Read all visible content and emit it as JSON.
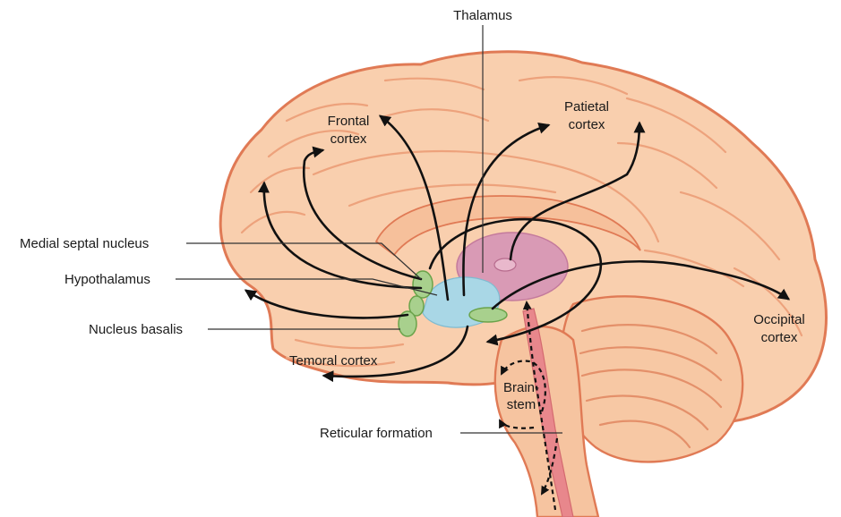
{
  "labels": {
    "thalamus": "Thalamus",
    "frontal_line1": "Frontal",
    "frontal_line2": "cortex",
    "parietal_line1": "Patietal",
    "parietal_line2": "cortex",
    "occipital_line1": "Occipital",
    "occipital_line2": "cortex",
    "medial_septal": "Medial septal nucleus",
    "hypothalamus": "Hypothalamus",
    "nucleus_basalis": "Nucleus basalis",
    "temporal": "Temoral cortex",
    "brainstem_line1": "Brain-",
    "brainstem_line2": "stem",
    "reticular": "Reticular formation"
  },
  "colors": {
    "brain_fill": "#f9cfae",
    "brain_outline": "#e07a55",
    "gyrus_line": "#eda27c",
    "thalamus": "#d99ab5",
    "hypothalamus": "#a9d7e6",
    "nuclei_green": "#a8d08d",
    "spinal_tract": "#e8878c",
    "arrow": "#111111"
  }
}
